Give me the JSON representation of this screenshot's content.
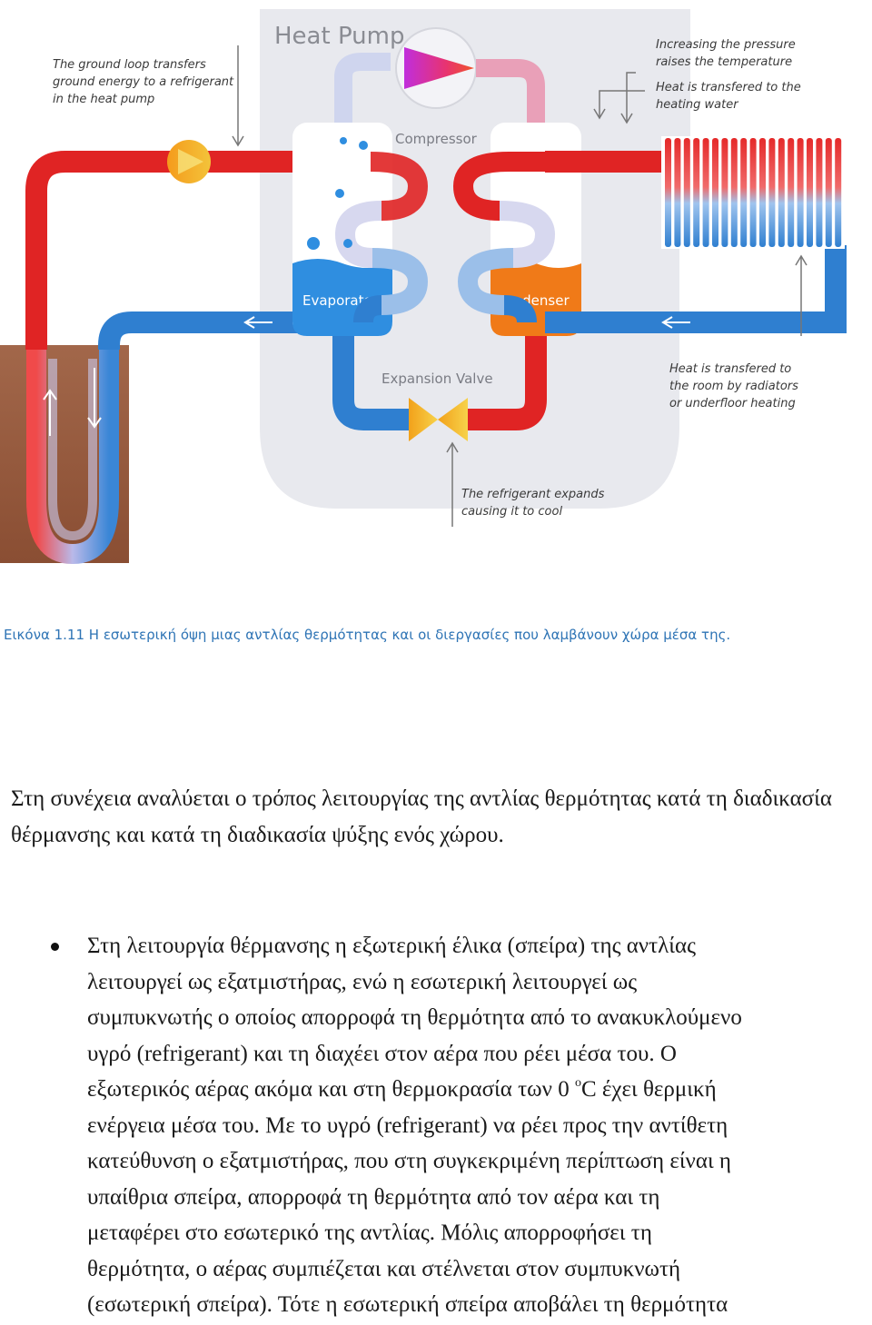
{
  "diagram": {
    "title": "Heat Pump",
    "compressor_label": "Compressor",
    "evaporator_label": "Evaporator",
    "condenser_label": "Condenser",
    "expansion_valve_label": "Expansion Valve",
    "annotations": {
      "ground_loop": [
        "The ground loop transfers",
        "ground energy to a refrigerant",
        "in the heat pump"
      ],
      "pressure": [
        "Increasing the pressure",
        "raises the temperature"
      ],
      "heat_water": [
        "Heat is transfered to the",
        "heating water"
      ],
      "room": [
        "Heat is transfered to",
        "the room by radiators",
        "or underfloor heating"
      ],
      "expands": [
        "The refrigerant expands",
        "causing it to cool"
      ]
    },
    "colors": {
      "hot": "#e02424",
      "cold": "#2f7fd0",
      "evaporator": "#2f8ee0",
      "condenser": "#f07a18"
    }
  },
  "caption": "Εικόνα 1.11 Η εσωτερική όψη μιας αντλίας θερμότητας και οι διεργασίες που λαμβάνουν χώρα μέσα της.",
  "intro_paragraph": "Στη συνέχεια αναλύεται ο τρόπος λειτουργίας  της αντλίας θερμότητας κατά τη διαδικασία θέρμανσης και κατά τη διαδικασία ψύξης ενός χώρου.",
  "bullet": {
    "lines": [
      "Στη λειτουργία θέρμανσης η εξωτερική έλικα (σπείρα) της αντλίας",
      "λειτουργεί ως εξατμιστήρας, ενώ η εσωτερική λειτουργεί ως",
      "συμπυκνωτής ο οποίος απορροφά τη θερμότητα από το ανακυκλούμενο",
      "υγρό (refrigerant) και τη διαχέει στον αέρα που ρέει μέσα του. Ο"
    ],
    "temp_line_before": "εξωτερικός αέρας ακόμα και στη θερμοκρασία των 0 ",
    "temp_sup": "o",
    "temp_line_after": "C έχει θερμική",
    "lines_after": [
      "ενέργεια μέσα του. Με το υγρό (refrigerant) να ρέει προς την αντίθετη",
      "κατεύθυνση ο εξατμιστήρας, που στη συγκεκριμένη περίπτωση είναι η",
      "υπαίθρια σπείρα, απορροφά τη θερμότητα από τον αέρα και τη",
      "μεταφέρει στο εσωτερικό της αντλίας. Μόλις απορροφήσει τη",
      "θερμότητα, ο αέρας συμπιέζεται και στέλνεται στον συμπυκνωτή",
      "(εσωτερική σπείρα). Τότε η εσωτερική σπείρα αποβάλει τη θερμότητα"
    ]
  }
}
